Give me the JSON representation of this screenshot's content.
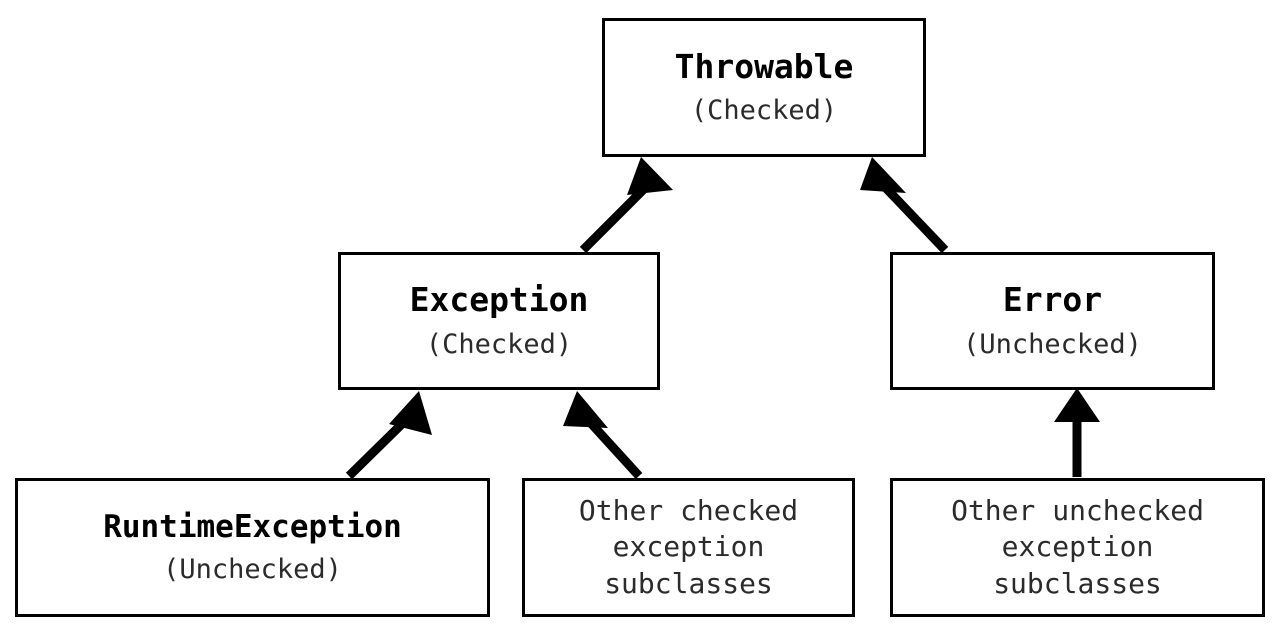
{
  "diagram": {
    "kind": "class-hierarchy",
    "background_color": "#ffffff",
    "stroke_color": "#000000",
    "text_color": "#000000",
    "nodes": [
      {
        "id": "throwable",
        "title": "Throwable",
        "subtitle": "(Checked)",
        "lines": []
      },
      {
        "id": "exception",
        "title": "Exception",
        "subtitle": "(Checked)",
        "lines": []
      },
      {
        "id": "error",
        "title": "Error",
        "subtitle": "(Unchecked)",
        "lines": []
      },
      {
        "id": "runtime-exception",
        "title": "RuntimeException",
        "subtitle": "(Unchecked)",
        "lines": []
      },
      {
        "id": "other-checked",
        "title": "",
        "subtitle": "",
        "lines": [
          "Other checked",
          "exception",
          "subclasses"
        ]
      },
      {
        "id": "other-unchecked",
        "title": "",
        "subtitle": "",
        "lines": [
          "Other unchecked",
          "exception",
          "subclasses"
        ]
      }
    ],
    "edges": [
      {
        "id": "exception-to-throwable",
        "from": "exception",
        "to": "throwable",
        "style": "solid-filled-arrow"
      },
      {
        "id": "error-to-throwable",
        "from": "error",
        "to": "throwable",
        "style": "solid-filled-arrow"
      },
      {
        "id": "runtime-exception-to-exception",
        "from": "runtime-exception",
        "to": "exception",
        "style": "solid-filled-arrow"
      },
      {
        "id": "other-checked-to-exception",
        "from": "other-checked",
        "to": "exception",
        "style": "solid-filled-arrow"
      },
      {
        "id": "other-unchecked-to-error",
        "from": "other-unchecked",
        "to": "error",
        "style": "solid-filled-arrow"
      }
    ]
  }
}
